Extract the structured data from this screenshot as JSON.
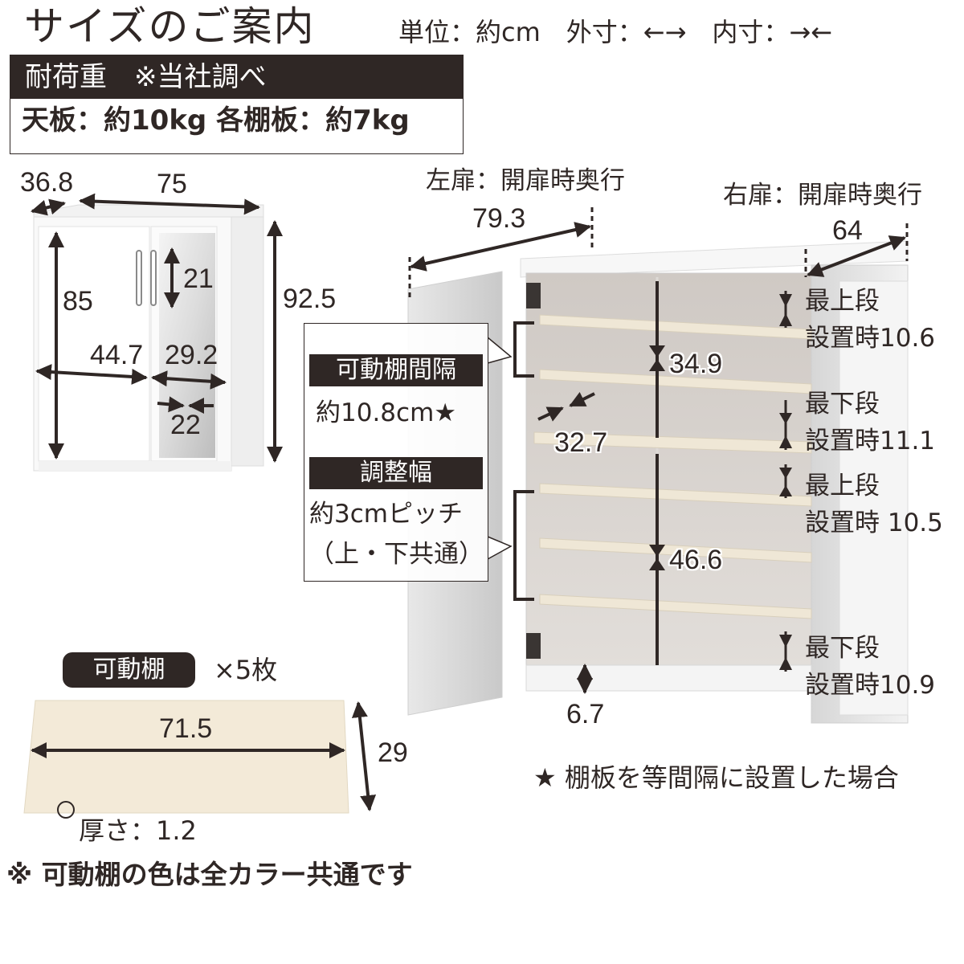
{
  "header": {
    "title": "サイズのご案内",
    "units": "単位：約cm　外寸：←→　内寸：→←"
  },
  "load_capacity": {
    "heading": "耐荷重　※当社調べ",
    "values": "天板：約10kg  各棚板：約7kg"
  },
  "front_view": {
    "depth": "36.8",
    "width": "75",
    "height_total": "92.5",
    "door_height": "85",
    "handle_length": "21",
    "left_door_width": "44.7",
    "right_door_width": "29.2",
    "mirror_width": "22"
  },
  "open_view": {
    "left_door_label": "左扉：開扉時奥行",
    "left_door_value": "79.3",
    "right_door_label": "右扉：開扉時奥行",
    "right_door_value": "64",
    "upper_inner_height": "34.9",
    "lower_inner_height": "46.6",
    "inner_depth": "32.7",
    "plinth_height": "6.7",
    "upper_top_label_1": "最上段",
    "upper_top_label_2": "設置時10.6",
    "upper_bottom_label_1": "最下段",
    "upper_bottom_label_2": "設置時11.1",
    "lower_top_label_1": "最上段",
    "lower_top_label_2": "設置時 10.5",
    "lower_bottom_label_1": "最下段",
    "lower_bottom_label_2": "設置時10.9"
  },
  "callout": {
    "interval_heading": "可動棚間隔",
    "interval_value": "約10.8cm★",
    "adjust_heading": "調整幅",
    "adjust_value_1": "約3cmピッチ",
    "adjust_value_2": "（上・下共通）"
  },
  "shelf": {
    "label": "可動棚",
    "count": "×5枚",
    "width": "71.5",
    "depth": "29",
    "thickness": "厚さ：1.2"
  },
  "notes": {
    "star_note": "★ 棚板を等間隔に設置した場合",
    "color_note": "※ 可動棚の色は全カラー共通です"
  },
  "colors": {
    "dark": "#2f2725",
    "shelf_cream": "#f3ead8",
    "cabinet_white": "#f7f7f7",
    "interior_gray": "#d8d3cf"
  }
}
